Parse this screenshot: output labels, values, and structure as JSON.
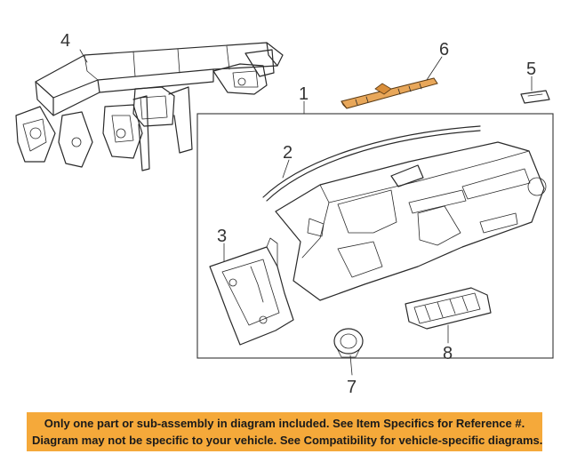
{
  "callouts": {
    "c1": "1",
    "c2": "2",
    "c3": "3",
    "c4": "4",
    "c5": "5",
    "c6": "6",
    "c7": "7",
    "c8": "8"
  },
  "notice": {
    "line1": "Only one part or sub-assembly in diagram included. See Item Specifics for Reference #.",
    "line2": "Diagram may not be specific to your vehicle. See Compatibility for vehicle-specific diagrams."
  },
  "colors": {
    "banner": "#f5a93a",
    "highlighted_part": "#e8a75a",
    "line_art": "#2a2a2a"
  }
}
